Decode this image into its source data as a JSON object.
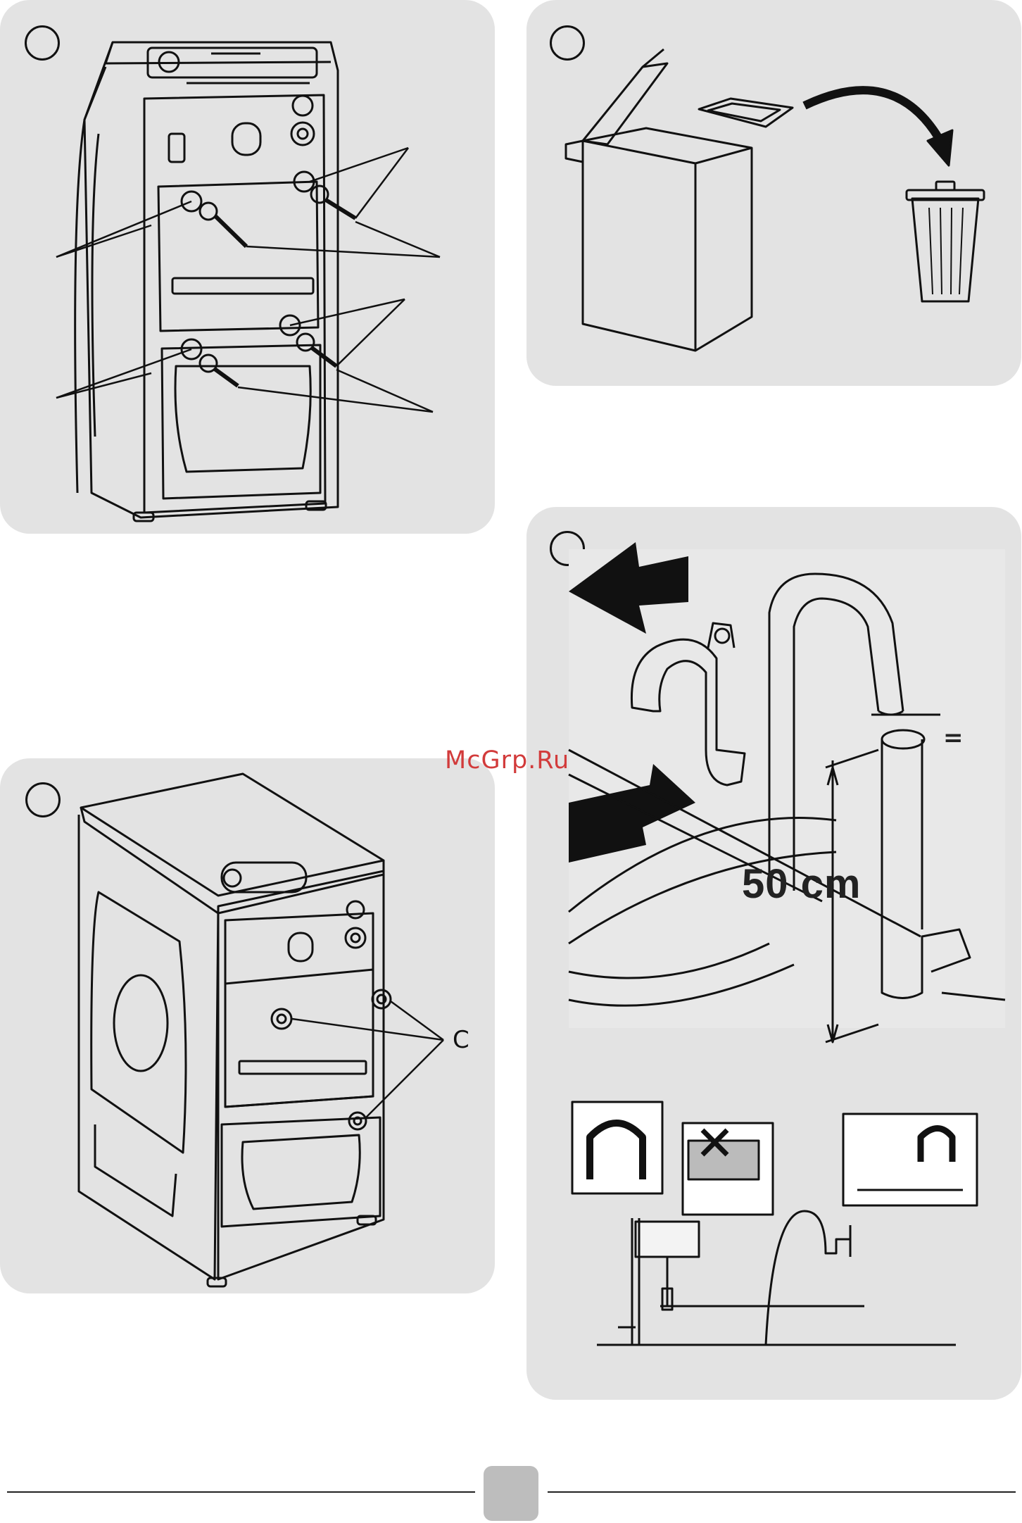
{
  "panels": {
    "top_left": {
      "step_label": ""
    },
    "top_right": {
      "step_label": ""
    },
    "bottom_left": {
      "step_label": "",
      "part_label": "C"
    },
    "bottom_right": {
      "step_label": "",
      "dimension_label": "50 cm",
      "equal_sign": "="
    }
  },
  "watermark": "McGrp.Ru",
  "footer": {
    "page_number": ""
  },
  "colors": {
    "panel_bg": "#e3e3e3",
    "line": "#111111",
    "watermark": "#d23b3b",
    "page_box": "#bdbdbd"
  }
}
